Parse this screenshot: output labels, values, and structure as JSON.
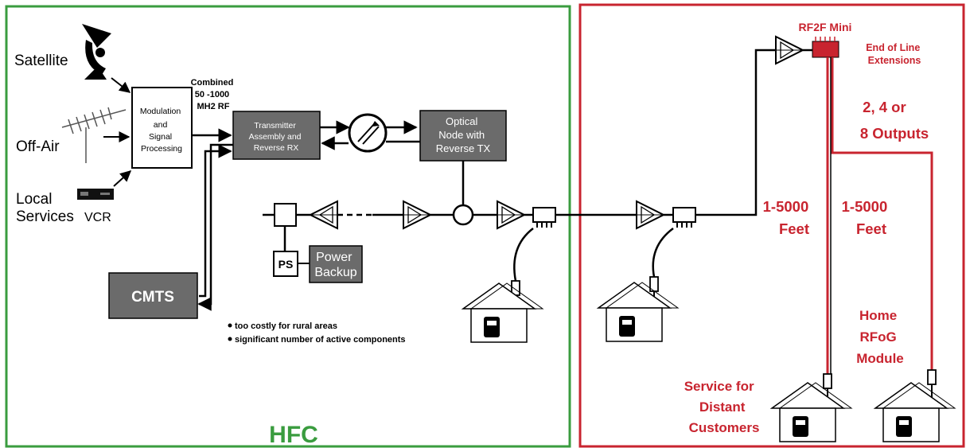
{
  "hfc": {
    "title": "HFC",
    "sources": [
      "Satellite",
      "Off-Air",
      "Local",
      "Services",
      "VCR"
    ],
    "modulation": [
      "Modulation",
      "and",
      "Signal",
      "Processing"
    ],
    "combined": [
      "Combined",
      "50 -1000",
      "MH2 RF"
    ],
    "transmitter": [
      "Transmitter",
      "Assembly and",
      "Reverse RX"
    ],
    "optical_node": [
      "Optical",
      "Node with",
      "Reverse TX"
    ],
    "cmts": "CMTS",
    "ps": "PS",
    "power_backup": [
      "Power",
      "Backup"
    ],
    "notes": [
      "too costly for rural areas",
      "significant number of active components"
    ]
  },
  "rfog": {
    "rf2f": "RF2F Mini",
    "end_of_line": [
      "End of Line",
      "Extensions"
    ],
    "outputs": [
      "2, 4 or",
      "8 Outputs"
    ],
    "distance_left": [
      "1-5000",
      "Feet"
    ],
    "distance_right": [
      "1-5000",
      "Feet"
    ],
    "home_module": [
      "Home",
      "RFoG",
      "Module"
    ],
    "service": [
      "Service for",
      "Distant",
      "Customers"
    ]
  },
  "colors": {
    "green": "#3a9c3f",
    "red": "#c8242f",
    "box_dark": "#6b6b6b"
  }
}
